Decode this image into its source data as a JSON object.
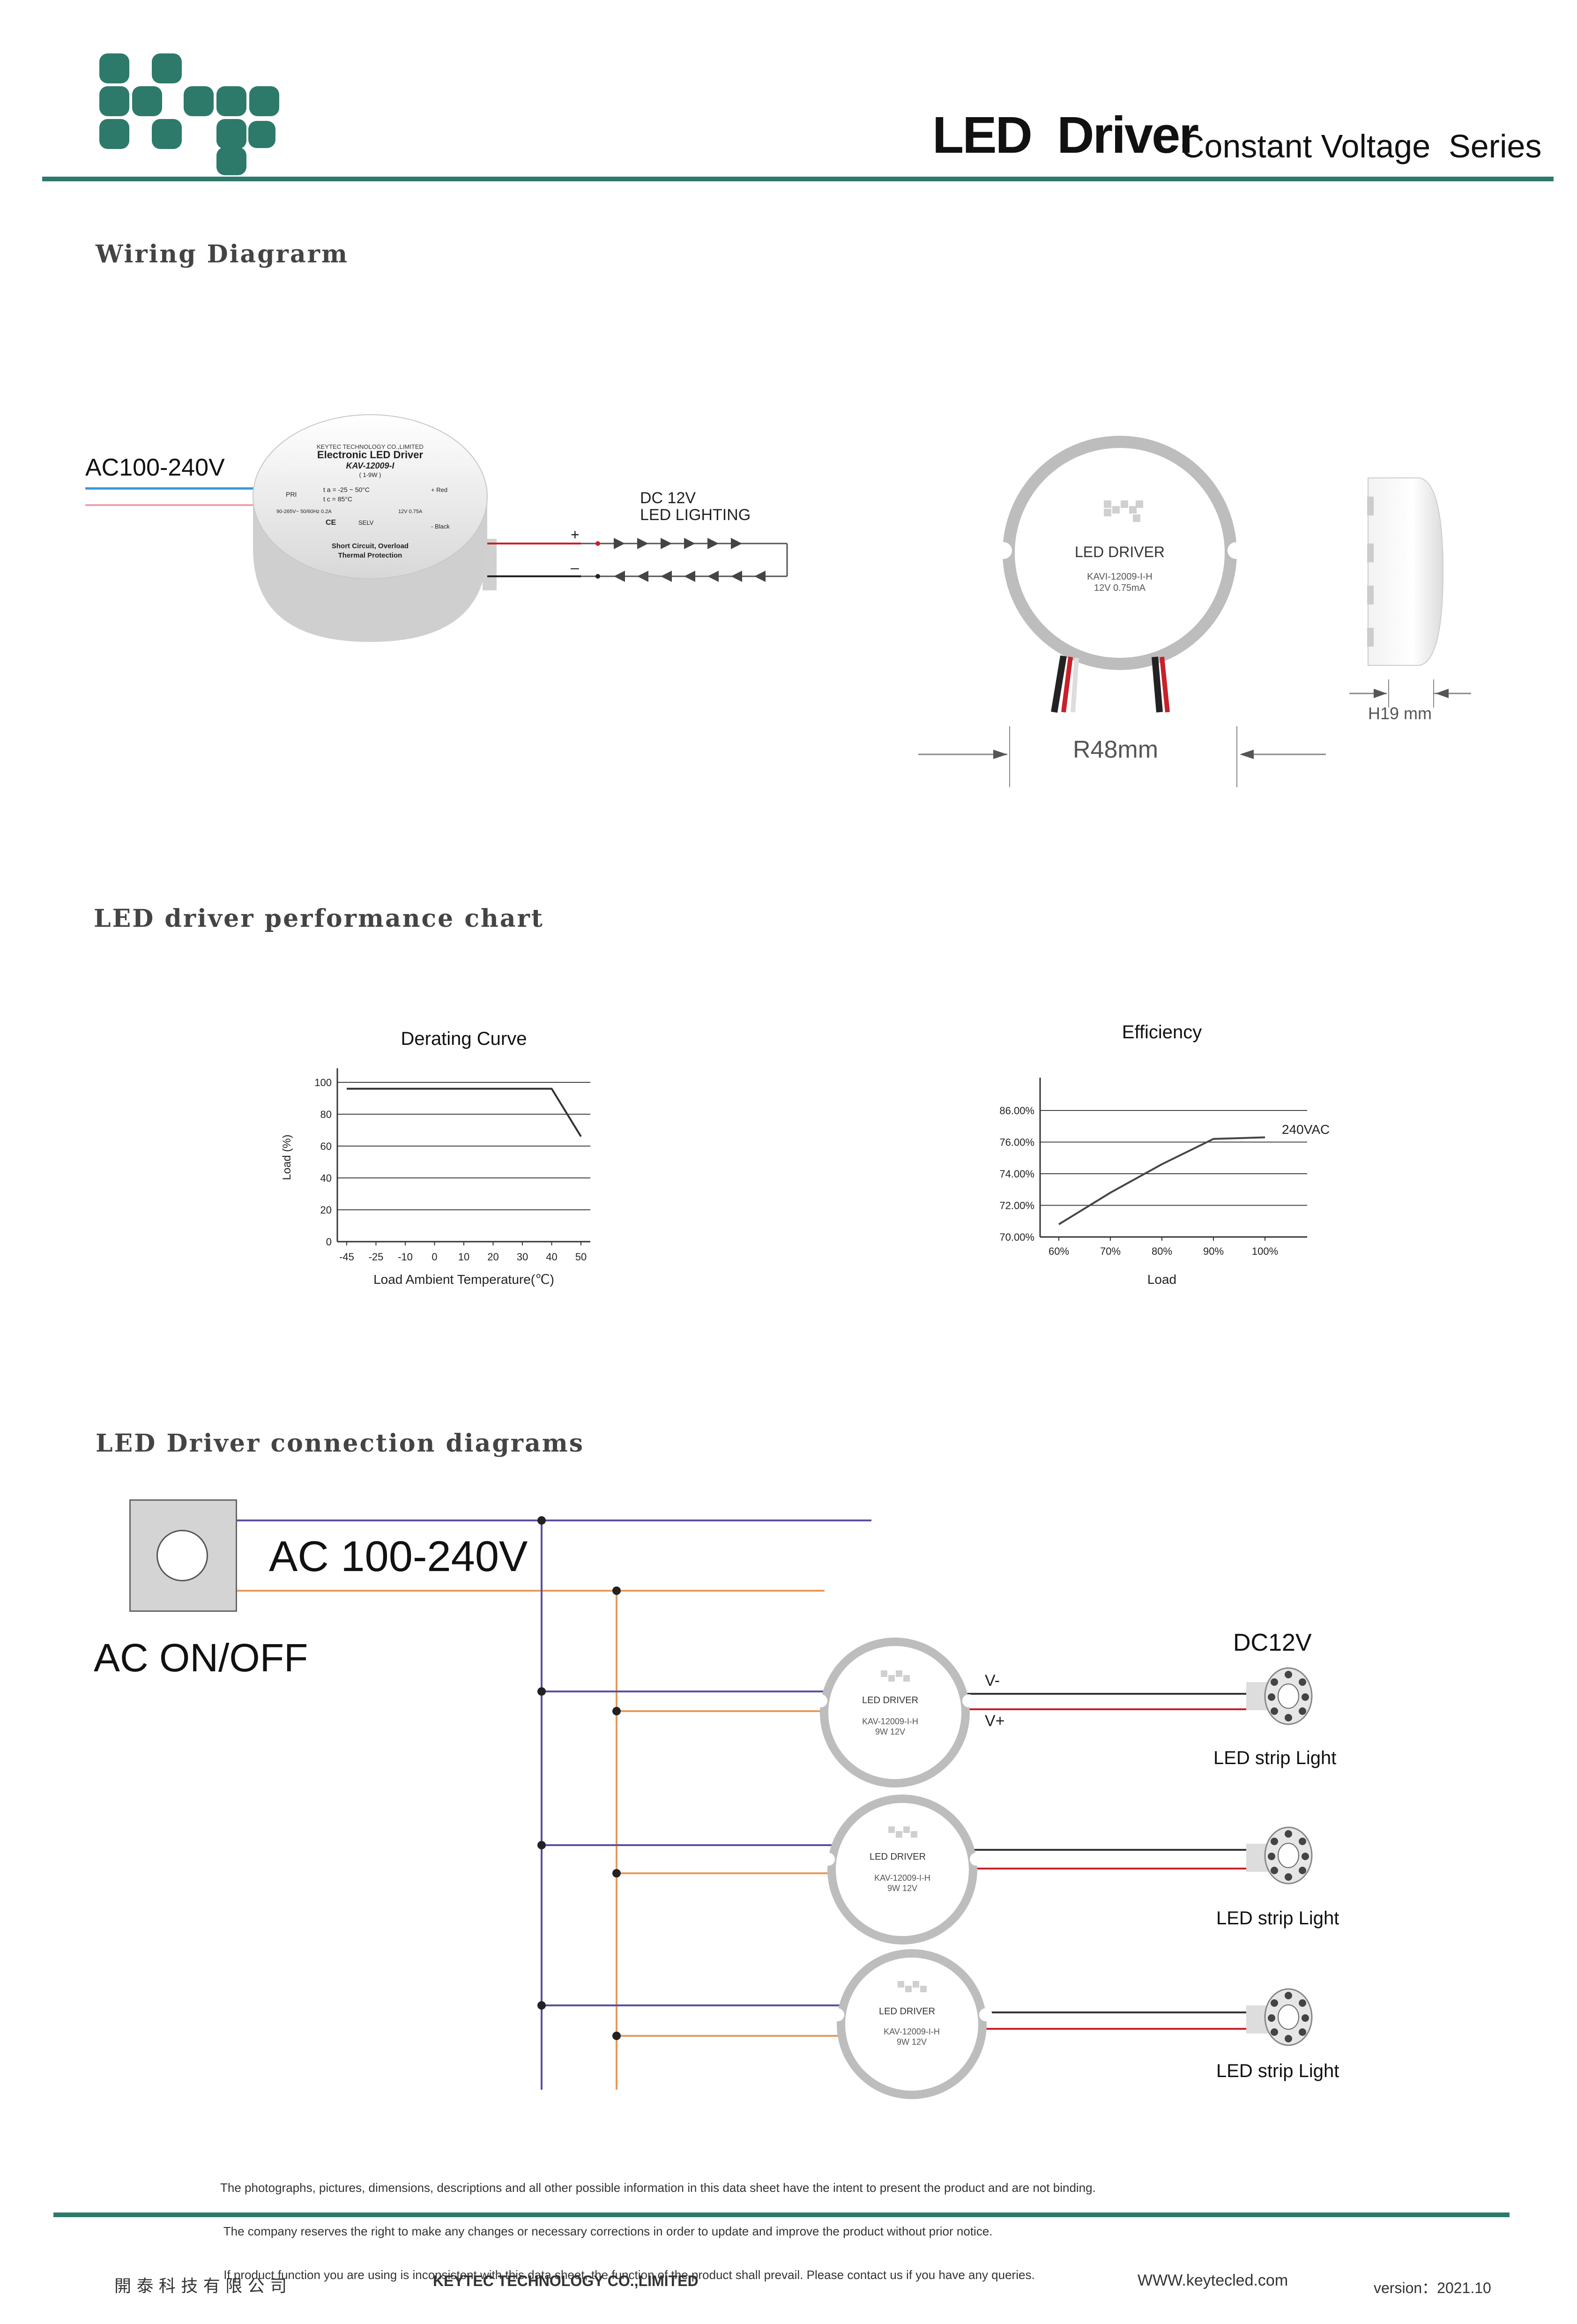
{
  "header": {
    "title_main": "LED  Driver",
    "title_sub": "Constant Voltage  Series",
    "logo_color": "#2e7a6a"
  },
  "wiring": {
    "section_title": "Wiring Diagrarm",
    "ac_label": "AC100-240V",
    "dc_label_1": "DC 12V",
    "dc_label_2": "LED LIGHTING",
    "plus": "+",
    "minus": "–",
    "product_photo_text": {
      "company": "KEYTEC TECHNOLOGY CO.,LIMITED",
      "name": "Electronic LED Driver",
      "model": "KAV-12009-I",
      "watt": "( 1-9W )",
      "pri": "PRI",
      "ta": "t a = -25 ~ 50°C",
      "tc": "t c = 85°C",
      "input": "90-265V~ 50/60Hz 0.2A",
      "output": "12V 0.75A",
      "ce": "CE",
      "selv": "SELV",
      "red": "+ Red",
      "black": "- Black",
      "protect_1": "Short Circuit, Overload",
      "protect_2": "Thermal Protection"
    },
    "driver_label": "LED DRIVER",
    "driver_model": "KAVI-12009-I-H",
    "driver_spec": "12V 0.75mA",
    "dim_diameter": "R48mm",
    "dim_height": "H19 mm"
  },
  "performance": {
    "section_title": "LED driver  performance chart"
  },
  "chart_data": [
    {
      "type": "line",
      "title": "Derating Curve",
      "xlabel": "Load Ambient Temperature(℃)",
      "ylabel": "Load (%)",
      "x_ticks": [
        "-45",
        "-25",
        "-10",
        "0",
        "10",
        "20",
        "30",
        "40",
        "50"
      ],
      "y_ticks": [
        "0",
        "20",
        "40",
        "60",
        "80",
        "100"
      ],
      "ylim": [
        0,
        100
      ],
      "series": [
        {
          "x": [
            "-45",
            "-25",
            "-10",
            "0",
            "10",
            "20",
            "30",
            "40",
            "50"
          ],
          "values": [
            96,
            96,
            96,
            96,
            96,
            96,
            96,
            96,
            66
          ]
        }
      ],
      "grid": true
    },
    {
      "type": "line",
      "title": "Efficiency",
      "xlabel": "Load",
      "x_ticks": [
        "60%",
        "70%",
        "80%",
        "90%",
        "100%"
      ],
      "y_ticks": [
        "70.00%",
        "72.00%",
        "74.00%",
        "76.00%",
        "86.00%"
      ],
      "annotation": "240VAC",
      "series": [
        {
          "x": [
            60,
            70,
            80,
            90,
            100
          ],
          "values": [
            70.8,
            72.8,
            74.6,
            76.2,
            76.3
          ]
        }
      ],
      "grid": true
    }
  ],
  "connection": {
    "section_title": "LED Driver connection diagrams",
    "ac_label": "AC 100-240V",
    "switch_label": "AC ON/OFF",
    "dc_label": "DC12V",
    "v_minus": "V-",
    "v_plus": "V+",
    "drivers": [
      {
        "label": "LED DRIVER",
        "model": "KAV-12009-I-H",
        "spec": "9W 12V",
        "strip": "LED strip Light"
      },
      {
        "label": "LED DRIVER",
        "model": "KAV-12009-I-H",
        "spec": "9W 12V",
        "strip": "LED strip Light"
      },
      {
        "label": "LED DRIVER",
        "model": "KAV-12009-I-H",
        "spec": "9W 12V",
        "strip": "LED strip Light"
      }
    ],
    "wire_colors": {
      "neutral": "#5b4f9e",
      "live": "#e89a5a",
      "positive": "#c9202a",
      "negative": "#333333"
    }
  },
  "disclaimer": [
    "The photographs, pictures, dimensions, descriptions and all other possible information in this data sheet have the intent to present the product and are not binding.",
    " The company reserves the right to make any changes or necessary corrections in order to update and improve the product without prior notice.",
    " If product function you are using is inconsistent with this data sheet, the function of the product shall prevail. Please contact us if you have any queries."
  ],
  "footer": {
    "company_cn": "開 泰 科 技 有 限 公 司",
    "company_en": "KEYTEC TECHNOLOGY CO.,LIMITED",
    "website": "WWW.keytecled.com",
    "version": "version：2021.10"
  }
}
